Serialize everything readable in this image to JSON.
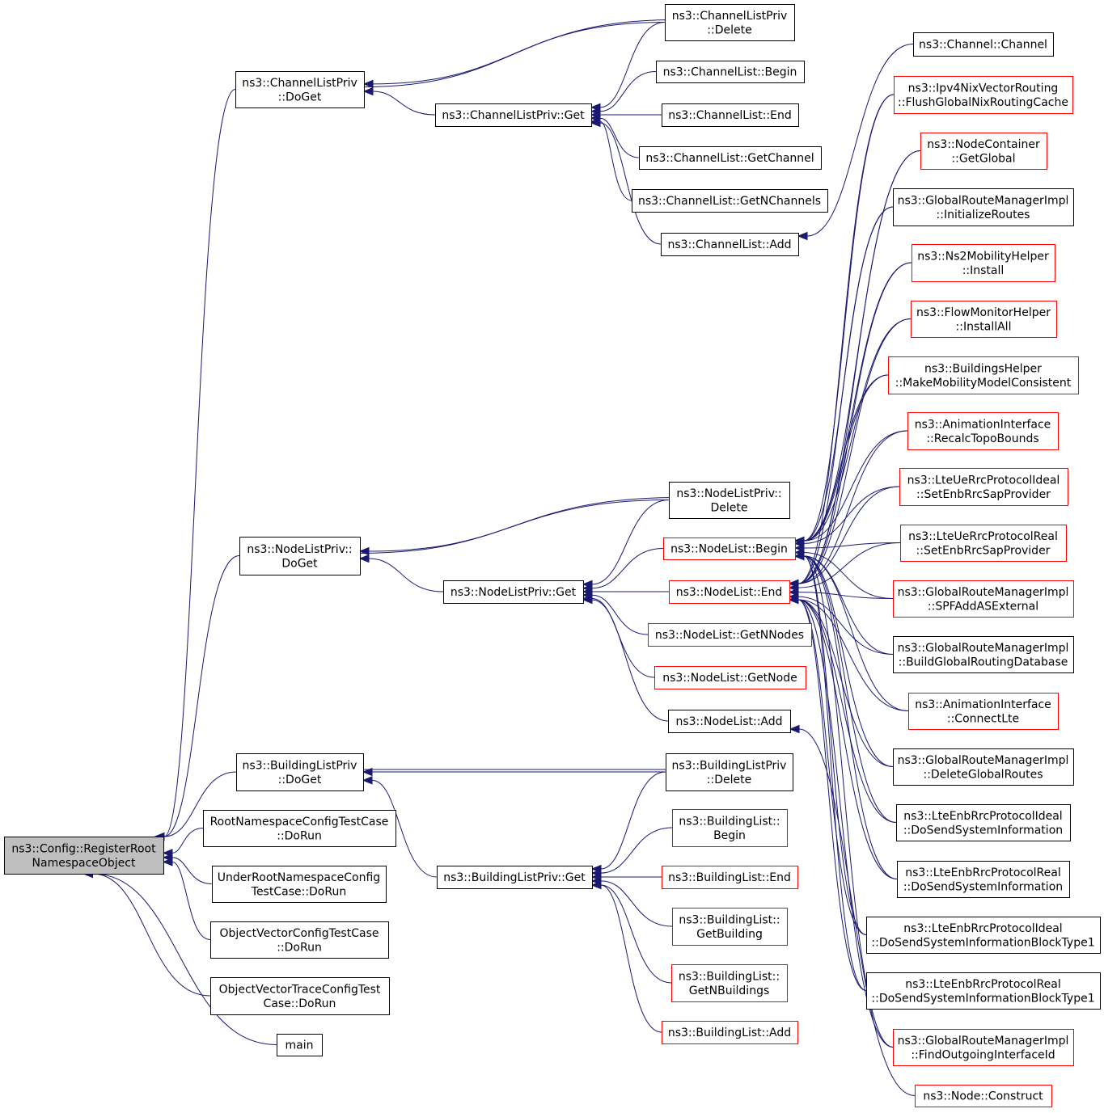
{
  "colors": {
    "edge": "#191970",
    "border_default": "#000000",
    "border_truncated": "#ff0000",
    "root_fill": "#bfbfbf"
  },
  "nodes": [
    {
      "id": "root",
      "lines": [
        "ns3::Config::RegisterRoot",
        "NamespaceObject"
      ],
      "style": "root"
    },
    {
      "id": "clp_doget",
      "lines": [
        "ns3::ChannelListPriv",
        "::DoGet"
      ],
      "style": "black"
    },
    {
      "id": "nlp_doget",
      "lines": [
        "ns3::NodeListPriv::",
        "DoGet"
      ],
      "style": "black"
    },
    {
      "id": "blp_doget",
      "lines": [
        "ns3::BuildingListPriv",
        "::DoGet"
      ],
      "style": "black"
    },
    {
      "id": "rootns_test",
      "lines": [
        "RootNamespaceConfigTestCase",
        "::DoRun"
      ],
      "style": "black"
    },
    {
      "id": "underroot_test",
      "lines": [
        "UnderRootNamespaceConfig",
        "TestCase::DoRun"
      ],
      "style": "black"
    },
    {
      "id": "objvec_test",
      "lines": [
        "ObjectVectorConfigTestCase",
        "::DoRun"
      ],
      "style": "black"
    },
    {
      "id": "objvectrace_test",
      "lines": [
        "ObjectVectorTraceConfigTest",
        "Case::DoRun"
      ],
      "style": "black"
    },
    {
      "id": "main",
      "lines": [
        "main"
      ],
      "style": "black"
    },
    {
      "id": "clp_get",
      "lines": [
        "ns3::ChannelListPriv::Get"
      ],
      "style": "black"
    },
    {
      "id": "nlp_get",
      "lines": [
        "ns3::NodeListPriv::Get"
      ],
      "style": "black"
    },
    {
      "id": "blp_get",
      "lines": [
        "ns3::BuildingListPriv::Get"
      ],
      "style": "black"
    },
    {
      "id": "clp_delete",
      "lines": [
        "ns3::ChannelListPriv",
        "::Delete"
      ],
      "style": "black"
    },
    {
      "id": "cl_begin",
      "lines": [
        "ns3::ChannelList::Begin"
      ],
      "style": "black"
    },
    {
      "id": "cl_end",
      "lines": [
        "ns3::ChannelList::End"
      ],
      "style": "black"
    },
    {
      "id": "cl_getchannel",
      "lines": [
        "ns3::ChannelList::GetChannel"
      ],
      "style": "black"
    },
    {
      "id": "cl_getnchannels",
      "lines": [
        "ns3::ChannelList::GetNChannels"
      ],
      "style": "black"
    },
    {
      "id": "cl_add",
      "lines": [
        "ns3::ChannelList::Add"
      ],
      "style": "black"
    },
    {
      "id": "nlp_delete",
      "lines": [
        "ns3::NodeListPriv::",
        "Delete"
      ],
      "style": "black"
    },
    {
      "id": "nl_begin",
      "lines": [
        "ns3::NodeList::Begin"
      ],
      "style": "red"
    },
    {
      "id": "nl_end",
      "lines": [
        "ns3::NodeList::End"
      ],
      "style": "red"
    },
    {
      "id": "nl_getnnodes",
      "lines": [
        "ns3::NodeList::GetNNodes"
      ],
      "style": "red"
    },
    {
      "id": "nl_getnode",
      "lines": [
        "ns3::NodeList::GetNode"
      ],
      "style": "red"
    },
    {
      "id": "nl_add",
      "lines": [
        "ns3::NodeList::Add"
      ],
      "style": "black"
    },
    {
      "id": "blp_delete",
      "lines": [
        "ns3::BuildingListPriv",
        "::Delete"
      ],
      "style": "black"
    },
    {
      "id": "bl_begin",
      "lines": [
        "ns3::BuildingList::",
        "Begin"
      ],
      "style": "red"
    },
    {
      "id": "bl_end",
      "lines": [
        "ns3::BuildingList::End"
      ],
      "style": "red"
    },
    {
      "id": "bl_getbuilding",
      "lines": [
        "ns3::BuildingList::",
        "GetBuilding"
      ],
      "style": "red"
    },
    {
      "id": "bl_getnbuildings",
      "lines": [
        "ns3::BuildingList::",
        "GetNBuildings"
      ],
      "style": "red"
    },
    {
      "id": "bl_add",
      "lines": [
        "ns3::BuildingList::Add"
      ],
      "style": "red"
    },
    {
      "id": "ch_channel",
      "lines": [
        "ns3::Channel::Channel"
      ],
      "style": "black"
    },
    {
      "id": "ipv4nix",
      "lines": [
        "ns3::Ipv4NixVectorRouting",
        "::FlushGlobalNixRoutingCache"
      ],
      "style": "red"
    },
    {
      "id": "nc_getglobal",
      "lines": [
        "ns3::NodeContainer",
        "::GetGlobal"
      ],
      "style": "red"
    },
    {
      "id": "grm_initroutes",
      "lines": [
        "ns3::GlobalRouteManagerImpl",
        "::InitializeRoutes"
      ],
      "style": "black"
    },
    {
      "id": "ns2mob",
      "lines": [
        "ns3::Ns2MobilityHelper",
        "::Install"
      ],
      "style": "red"
    },
    {
      "id": "flowmon",
      "lines": [
        "ns3::FlowMonitorHelper",
        "::InstallAll"
      ],
      "style": "red"
    },
    {
      "id": "buildhelper",
      "lines": [
        "ns3::BuildingsHelper",
        "::MakeMobilityModelConsistent"
      ],
      "style": "red"
    },
    {
      "id": "anim_recalc",
      "lines": [
        "ns3::AnimationInterface",
        "::RecalcTopoBounds"
      ],
      "style": "red"
    },
    {
      "id": "lteue_ideal",
      "lines": [
        "ns3::LteUeRrcProtocolIdeal",
        "::SetEnbRrcSapProvider"
      ],
      "style": "red"
    },
    {
      "id": "lteue_real",
      "lines": [
        "ns3::LteUeRrcProtocolReal",
        "::SetEnbRrcSapProvider"
      ],
      "style": "red"
    },
    {
      "id": "grm_spf",
      "lines": [
        "ns3::GlobalRouteManagerImpl",
        "::SPFAddASExternal"
      ],
      "style": "red"
    },
    {
      "id": "grm_build",
      "lines": [
        "ns3::GlobalRouteManagerImpl",
        "::BuildGlobalRoutingDatabase"
      ],
      "style": "black"
    },
    {
      "id": "anim_lte",
      "lines": [
        "ns3::AnimationInterface",
        "::ConnectLte"
      ],
      "style": "red"
    },
    {
      "id": "grm_delete",
      "lines": [
        "ns3::GlobalRouteManagerImpl",
        "::DeleteGlobalRoutes"
      ],
      "style": "black"
    },
    {
      "id": "lteenb_ideal_si",
      "lines": [
        "ns3::LteEnbRrcProtocolIdeal",
        "::DoSendSystemInformation"
      ],
      "style": "black"
    },
    {
      "id": "lteenb_real_si",
      "lines": [
        "ns3::LteEnbRrcProtocolReal",
        "::DoSendSystemInformation"
      ],
      "style": "black"
    },
    {
      "id": "lteenb_ideal_sib1",
      "lines": [
        "ns3::LteEnbRrcProtocolIdeal",
        "::DoSendSystemInformationBlockType1"
      ],
      "style": "black"
    },
    {
      "id": "lteenb_real_sib1",
      "lines": [
        "ns3::LteEnbRrcProtocolReal",
        "::DoSendSystemInformationBlockType1"
      ],
      "style": "black"
    },
    {
      "id": "grm_findout",
      "lines": [
        "ns3::GlobalRouteManagerImpl",
        "::FindOutgoingInterfaceId"
      ],
      "style": "red"
    },
    {
      "id": "node_construct",
      "lines": [
        "ns3::Node::Construct"
      ],
      "style": "red"
    }
  ],
  "edges": [
    [
      "clp_doget",
      "root"
    ],
    [
      "nlp_doget",
      "root"
    ],
    [
      "blp_doget",
      "root"
    ],
    [
      "rootns_test",
      "root"
    ],
    [
      "underroot_test",
      "root"
    ],
    [
      "objvec_test",
      "root"
    ],
    [
      "objvectrace_test",
      "root"
    ],
    [
      "main",
      "root"
    ],
    [
      "clp_delete",
      "clp_doget"
    ],
    [
      "clp_get",
      "clp_doget"
    ],
    [
      "clp_doget",
      "clp_delete"
    ],
    [
      "clp_delete",
      "clp_get"
    ],
    [
      "cl_begin",
      "clp_get"
    ],
    [
      "cl_end",
      "clp_get"
    ],
    [
      "cl_getchannel",
      "clp_get"
    ],
    [
      "cl_getnchannels",
      "clp_get"
    ],
    [
      "cl_add",
      "clp_get"
    ],
    [
      "ch_channel",
      "cl_add"
    ],
    [
      "nlp_delete",
      "nlp_doget"
    ],
    [
      "nlp_get",
      "nlp_doget"
    ],
    [
      "nlp_doget",
      "nlp_delete"
    ],
    [
      "nlp_delete",
      "nlp_get"
    ],
    [
      "nl_begin",
      "nlp_get"
    ],
    [
      "nl_end",
      "nlp_get"
    ],
    [
      "nl_getnnodes",
      "nlp_get"
    ],
    [
      "nl_getnode",
      "nlp_get"
    ],
    [
      "nl_add",
      "nlp_get"
    ],
    [
      "node_construct",
      "nl_add"
    ],
    [
      "blp_delete",
      "blp_doget"
    ],
    [
      "blp_get",
      "blp_doget"
    ],
    [
      "blp_doget",
      "blp_delete"
    ],
    [
      "blp_delete",
      "blp_get"
    ],
    [
      "bl_begin",
      "blp_get"
    ],
    [
      "bl_end",
      "blp_get"
    ],
    [
      "bl_getbuilding",
      "blp_get"
    ],
    [
      "bl_getnbuildings",
      "blp_get"
    ],
    [
      "bl_add",
      "blp_get"
    ],
    [
      "ipv4nix",
      "nl_begin"
    ],
    [
      "nc_getglobal",
      "nl_begin"
    ],
    [
      "grm_initroutes",
      "nl_begin"
    ],
    [
      "ns2mob",
      "nl_begin"
    ],
    [
      "flowmon",
      "nl_begin"
    ],
    [
      "buildhelper",
      "nl_begin"
    ],
    [
      "anim_recalc",
      "nl_begin"
    ],
    [
      "lteue_ideal",
      "nl_begin"
    ],
    [
      "lteue_real",
      "nl_begin"
    ],
    [
      "grm_spf",
      "nl_begin"
    ],
    [
      "grm_build",
      "nl_begin"
    ],
    [
      "anim_lte",
      "nl_begin"
    ],
    [
      "grm_delete",
      "nl_begin"
    ],
    [
      "lteenb_ideal_si",
      "nl_begin"
    ],
    [
      "lteenb_real_si",
      "nl_begin"
    ],
    [
      "lteenb_ideal_sib1",
      "nl_begin"
    ],
    [
      "lteenb_real_sib1",
      "nl_begin"
    ],
    [
      "grm_findout",
      "nl_begin"
    ],
    [
      "ipv4nix",
      "nl_end"
    ],
    [
      "nc_getglobal",
      "nl_end"
    ],
    [
      "grm_initroutes",
      "nl_end"
    ],
    [
      "ns2mob",
      "nl_end"
    ],
    [
      "flowmon",
      "nl_end"
    ],
    [
      "buildhelper",
      "nl_end"
    ],
    [
      "anim_recalc",
      "nl_end"
    ],
    [
      "lteue_ideal",
      "nl_end"
    ],
    [
      "lteue_real",
      "nl_end"
    ],
    [
      "grm_spf",
      "nl_end"
    ],
    [
      "grm_build",
      "nl_end"
    ],
    [
      "anim_lte",
      "nl_end"
    ],
    [
      "grm_delete",
      "nl_end"
    ],
    [
      "lteenb_ideal_si",
      "nl_end"
    ],
    [
      "lteenb_real_si",
      "nl_end"
    ],
    [
      "lteenb_ideal_sib1",
      "nl_end"
    ],
    [
      "lteenb_real_sib1",
      "nl_end"
    ],
    [
      "grm_findout",
      "nl_end"
    ]
  ]
}
